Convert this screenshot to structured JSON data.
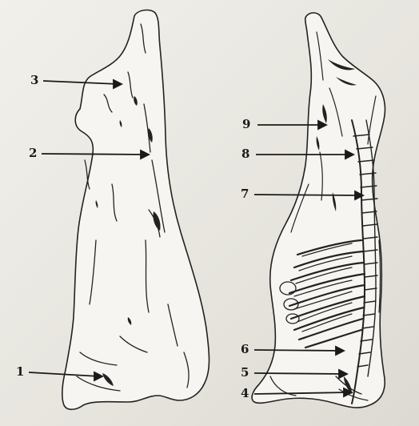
{
  "diagram": {
    "left_view": {
      "labels": [
        "1",
        "2",
        "3"
      ]
    },
    "right_view": {
      "labels": [
        "4",
        "5",
        "6",
        "7",
        "8",
        "9"
      ]
    }
  }
}
